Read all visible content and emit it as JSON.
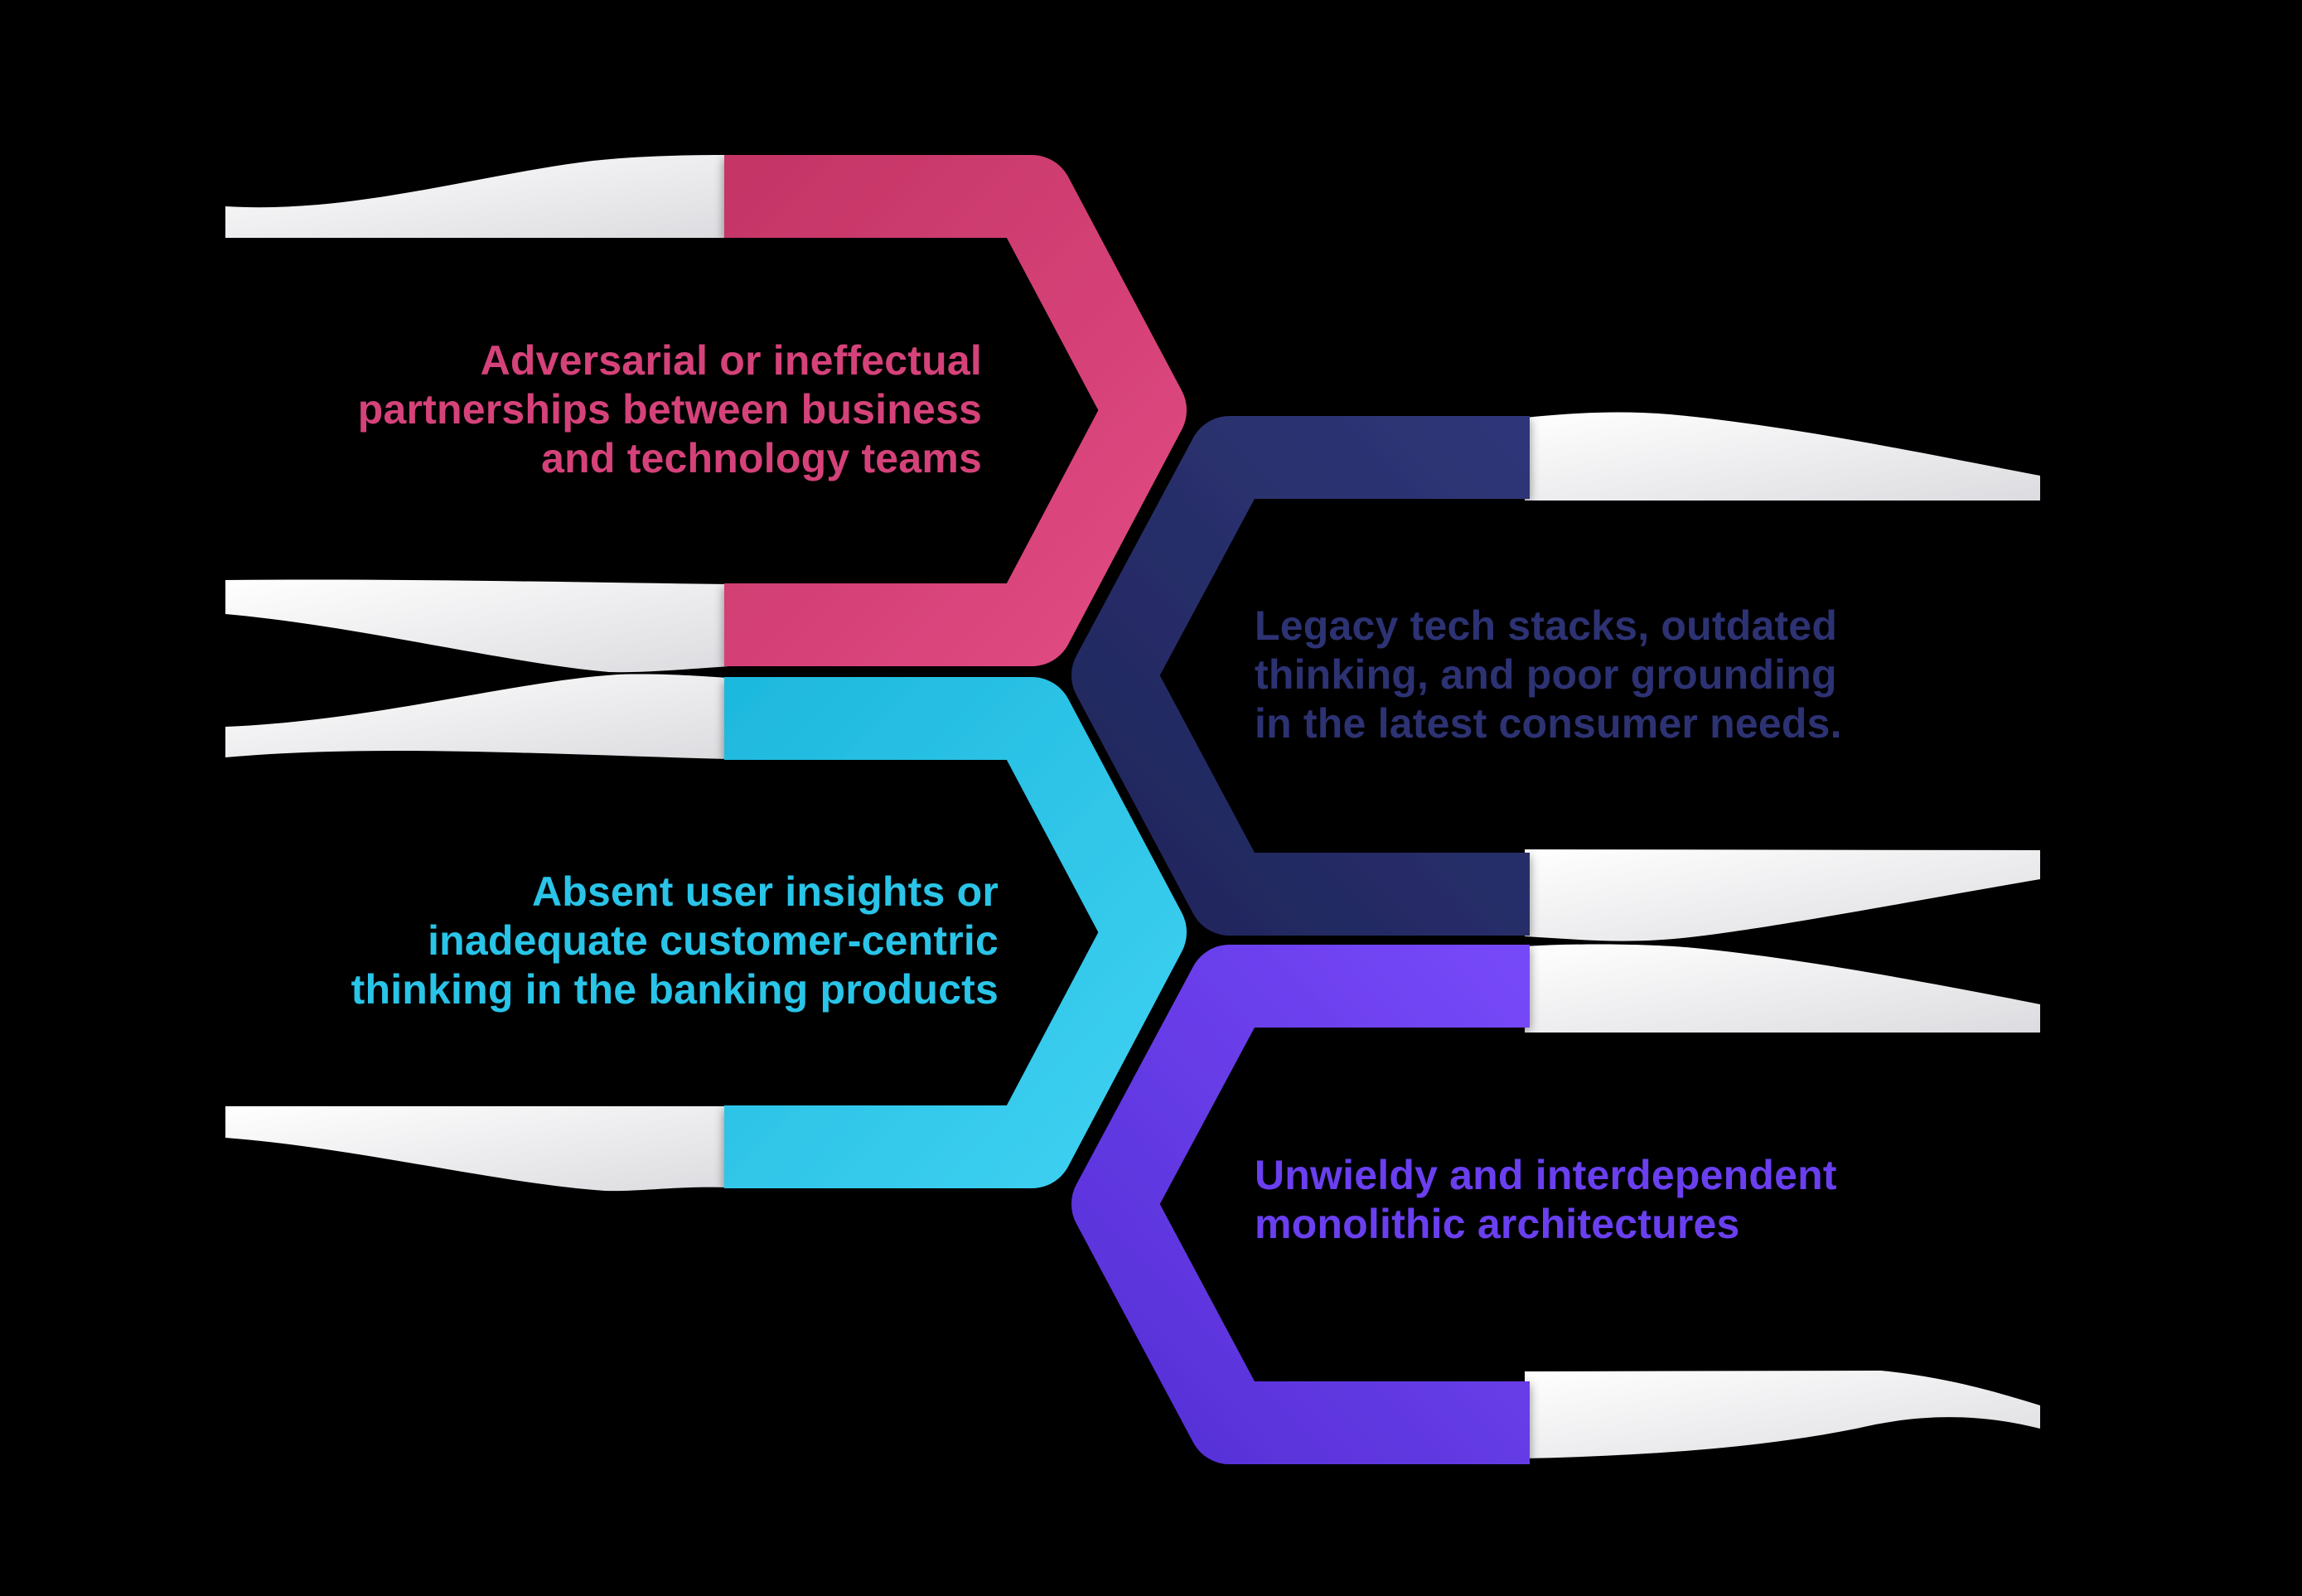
{
  "background": "#000000",
  "ribbon": {
    "gradient_from": "#ffffff",
    "gradient_to": "#dcdce0"
  },
  "hexagons": [
    {
      "id": "business-technology-partnerships",
      "band_from": "#c53566",
      "band_to": "#e04a82",
      "text_color": "#d5427a",
      "text_align": "right",
      "lines": [
        "Adversarial or ineffectual",
        "partnerships between business",
        "and technology teams"
      ]
    },
    {
      "id": "legacy-tech-stacks",
      "band_from": "#20265c",
      "band_to": "#2f3678",
      "text_color": "#2d3273",
      "text_align": "left",
      "lines": [
        "Legacy tech stacks, outdated",
        "thinking, and poor grounding",
        "in the latest consumer needs."
      ]
    },
    {
      "id": "absent-user-insights",
      "band_from": "#1fb9de",
      "band_to": "#3ed0f1",
      "text_color": "#29c4e8",
      "text_align": "right",
      "lines": [
        "Absent user insights or",
        "inadequate customer-centric",
        "thinking in the banking products"
      ]
    },
    {
      "id": "monolithic-architectures",
      "band_from": "#5630d6",
      "band_to": "#7648f8",
      "text_color": "#6a3ff0",
      "text_align": "left",
      "lines": [
        "Unwieldy and interdependent",
        "monolithic architectures"
      ]
    }
  ]
}
